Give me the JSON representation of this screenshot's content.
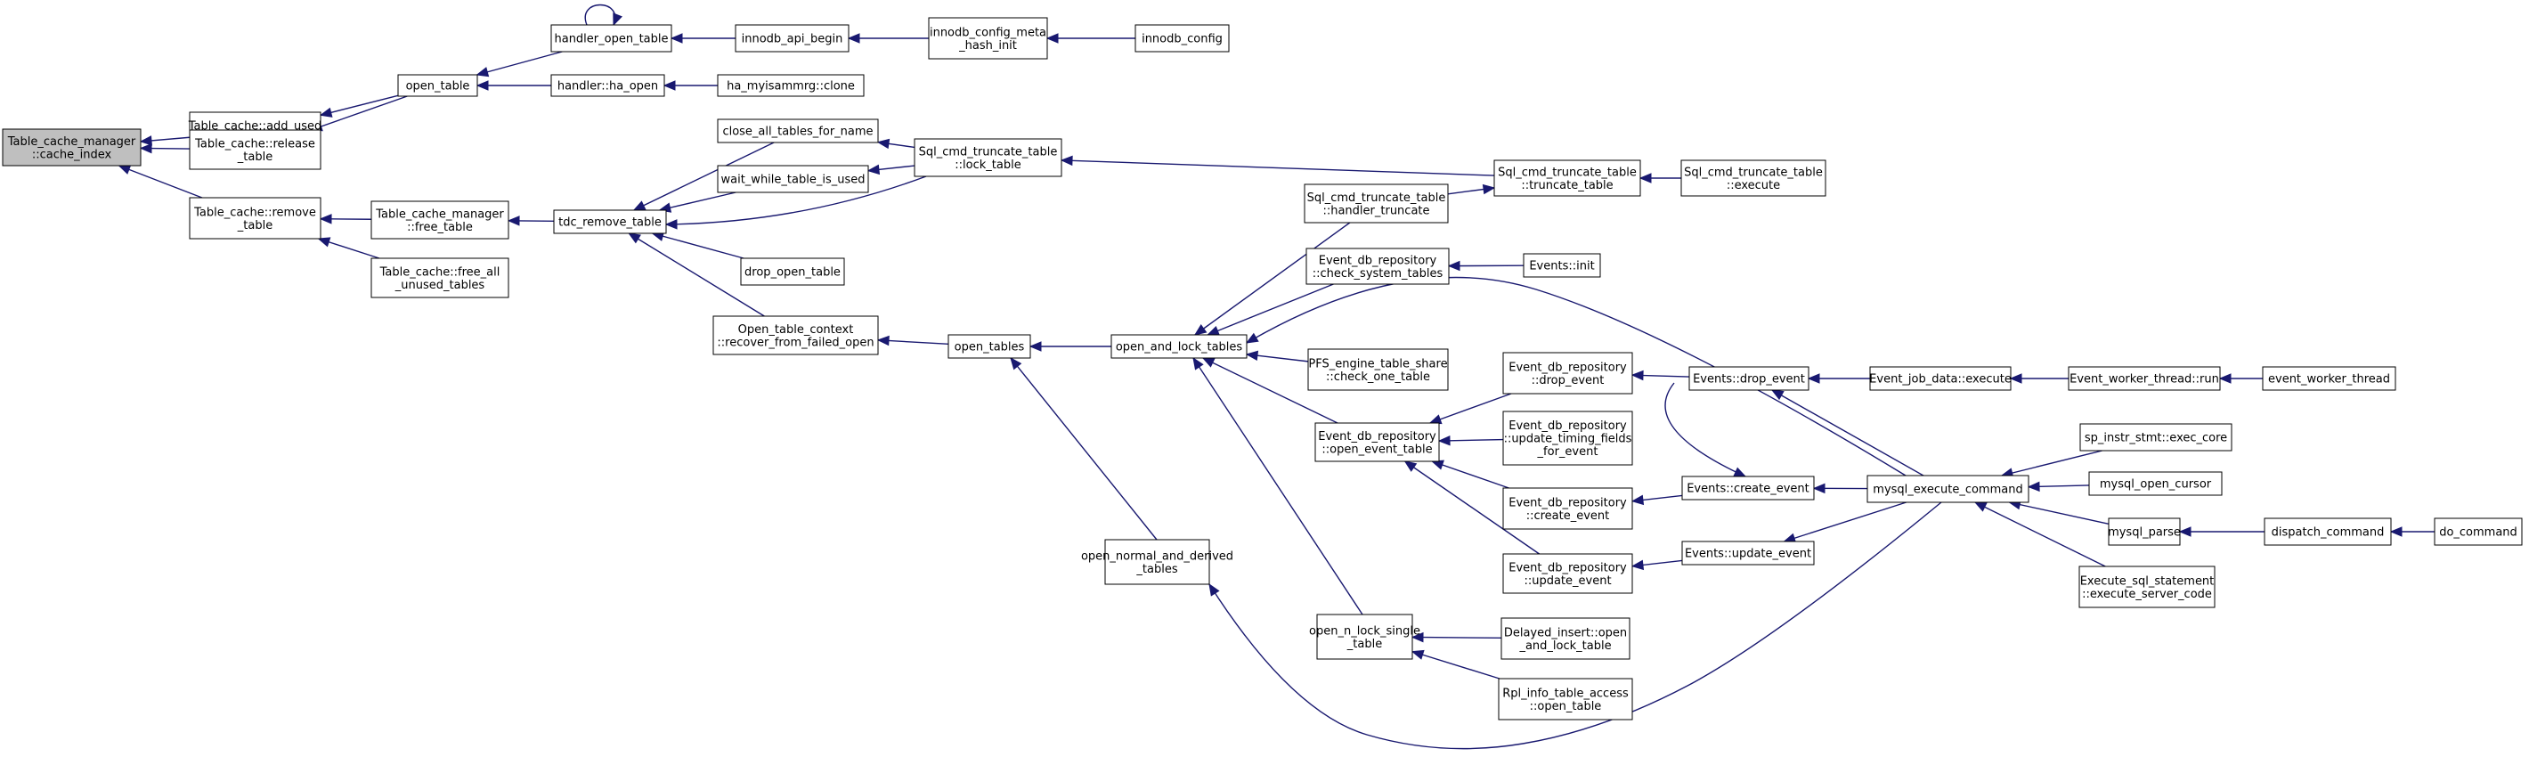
{
  "colors": {
    "edge": "#191970",
    "node_fill": "#ffffff",
    "highlight_fill": "#bfbfbf",
    "node_border": "#000000"
  },
  "nodes": [
    {
      "id": "cache_index",
      "lines": [
        "Table_cache_manager",
        "::cache_index"
      ],
      "highlight": true
    },
    {
      "id": "add_used_table",
      "lines": [
        "Table_cache::add_used",
        "_table"
      ]
    },
    {
      "id": "release_table",
      "lines": [
        "Table_cache::release",
        "_table"
      ]
    },
    {
      "id": "remove_table",
      "lines": [
        "Table_cache::remove",
        "_table"
      ]
    },
    {
      "id": "open_table",
      "lines": [
        "open_table"
      ]
    },
    {
      "id": "handler_open_table",
      "lines": [
        "handler_open_table"
      ]
    },
    {
      "id": "handler_ha_open",
      "lines": [
        "handler::ha_open"
      ]
    },
    {
      "id": "innodb_api_begin",
      "lines": [
        "innodb_api_begin"
      ]
    },
    {
      "id": "innodb_config_meta",
      "lines": [
        "innodb_config_meta",
        "_hash_init"
      ]
    },
    {
      "id": "innodb_config",
      "lines": [
        "innodb_config"
      ]
    },
    {
      "id": "ha_myisammrg_clone",
      "lines": [
        "ha_myisammrg::clone"
      ]
    },
    {
      "id": "tcm_free_table",
      "lines": [
        "Table_cache_manager",
        "::free_table"
      ]
    },
    {
      "id": "tc_free_all_unused",
      "lines": [
        "Table_cache::free_all",
        "_unused_tables"
      ]
    },
    {
      "id": "tdc_remove_table",
      "lines": [
        "tdc_remove_table"
      ]
    },
    {
      "id": "close_all_tables",
      "lines": [
        "close_all_tables_for_name"
      ]
    },
    {
      "id": "wait_while_table",
      "lines": [
        "wait_while_table_is_used"
      ]
    },
    {
      "id": "drop_open_table",
      "lines": [
        "drop_open_table"
      ]
    },
    {
      "id": "otc_recover",
      "lines": [
        "Open_table_context",
        "::recover_from_failed_open"
      ]
    },
    {
      "id": "sql_lock_table",
      "lines": [
        "Sql_cmd_truncate_table",
        "::lock_table"
      ]
    },
    {
      "id": "sql_truncate_table",
      "lines": [
        "Sql_cmd_truncate_table",
        "::truncate_table"
      ]
    },
    {
      "id": "sql_execute",
      "lines": [
        "Sql_cmd_truncate_table",
        "::execute"
      ]
    },
    {
      "id": "sql_handler_truncate",
      "lines": [
        "Sql_cmd_truncate_table",
        "::handler_truncate"
      ]
    },
    {
      "id": "open_tables",
      "lines": [
        "open_tables"
      ]
    },
    {
      "id": "open_and_lock_tables",
      "lines": [
        "open_and_lock_tables"
      ]
    },
    {
      "id": "edr_check_system",
      "lines": [
        "Event_db_repository",
        "::check_system_tables"
      ]
    },
    {
      "id": "events_init",
      "lines": [
        "Events::init"
      ]
    },
    {
      "id": "pfs_check_one",
      "lines": [
        "PFS_engine_table_share",
        "::check_one_table"
      ]
    },
    {
      "id": "edr_open_event_table",
      "lines": [
        "Event_db_repository",
        "::open_event_table"
      ]
    },
    {
      "id": "edr_drop_event",
      "lines": [
        "Event_db_repository",
        "::drop_event"
      ]
    },
    {
      "id": "edr_update_timing",
      "lines": [
        "Event_db_repository",
        "::update_timing_fields",
        "_for_event"
      ]
    },
    {
      "id": "edr_create_event",
      "lines": [
        "Event_db_repository",
        "::create_event"
      ]
    },
    {
      "id": "edr_update_event",
      "lines": [
        "Event_db_repository",
        "::update_event"
      ]
    },
    {
      "id": "events_drop_event",
      "lines": [
        "Events::drop_event"
      ]
    },
    {
      "id": "events_create_event",
      "lines": [
        "Events::create_event"
      ]
    },
    {
      "id": "events_update_event",
      "lines": [
        "Events::update_event"
      ]
    },
    {
      "id": "event_job_execute",
      "lines": [
        "Event_job_data::execute"
      ]
    },
    {
      "id": "event_worker_run",
      "lines": [
        "Event_worker_thread::run"
      ]
    },
    {
      "id": "event_worker_thread",
      "lines": [
        "event_worker_thread"
      ]
    },
    {
      "id": "mysql_execute_command",
      "lines": [
        "mysql_execute_command"
      ]
    },
    {
      "id": "sp_instr_exec_core",
      "lines": [
        "sp_instr_stmt::exec_core"
      ]
    },
    {
      "id": "mysql_open_cursor",
      "lines": [
        "mysql_open_cursor"
      ]
    },
    {
      "id": "mysql_parse",
      "lines": [
        "mysql_parse"
      ]
    },
    {
      "id": "dispatch_command",
      "lines": [
        "dispatch_command"
      ]
    },
    {
      "id": "do_command",
      "lines": [
        "do_command"
      ]
    },
    {
      "id": "exec_sql_stmt",
      "lines": [
        "Execute_sql_statement",
        "::execute_server_code"
      ]
    },
    {
      "id": "open_normal_derived",
      "lines": [
        "open_normal_and_derived",
        "_tables"
      ]
    },
    {
      "id": "open_n_lock_single",
      "lines": [
        "open_n_lock_single",
        "_table"
      ]
    },
    {
      "id": "delayed_insert",
      "lines": [
        "Delayed_insert::open",
        "_and_lock_table"
      ]
    },
    {
      "id": "rpl_info_open_table",
      "lines": [
        "Rpl_info_table_access",
        "::open_table"
      ]
    }
  ],
  "edges": [
    [
      "add_used_table",
      "cache_index"
    ],
    [
      "release_table",
      "cache_index"
    ],
    [
      "remove_table",
      "cache_index"
    ],
    [
      "open_table",
      "add_used_table"
    ],
    [
      "open_table",
      "release_table"
    ],
    [
      "handler_open_table",
      "open_table"
    ],
    [
      "handler_ha_open",
      "open_table"
    ],
    [
      "handler_open_table",
      "handler_open_table"
    ],
    [
      "innodb_api_begin",
      "handler_open_table"
    ],
    [
      "innodb_config_meta",
      "innodb_api_begin"
    ],
    [
      "innodb_config",
      "innodb_config_meta"
    ],
    [
      "ha_myisammrg_clone",
      "handler_ha_open"
    ],
    [
      "tcm_free_table",
      "remove_table"
    ],
    [
      "tc_free_all_unused",
      "remove_table"
    ],
    [
      "tdc_remove_table",
      "tcm_free_table"
    ],
    [
      "close_all_tables",
      "tdc_remove_table"
    ],
    [
      "wait_while_table",
      "tdc_remove_table"
    ],
    [
      "sql_lock_table",
      "tdc_remove_table"
    ],
    [
      "drop_open_table",
      "tdc_remove_table"
    ],
    [
      "otc_recover",
      "tdc_remove_table"
    ],
    [
      "sql_lock_table",
      "close_all_tables"
    ],
    [
      "sql_lock_table",
      "wait_while_table"
    ],
    [
      "sql_truncate_table",
      "sql_lock_table"
    ],
    [
      "sql_execute",
      "sql_truncate_table"
    ],
    [
      "sql_handler_truncate",
      "sql_truncate_table"
    ],
    [
      "open_tables",
      "otc_recover"
    ],
    [
      "open_and_lock_tables",
      "open_tables"
    ],
    [
      "open_normal_derived",
      "open_tables"
    ],
    [
      "sql_handler_truncate",
      "open_and_lock_tables"
    ],
    [
      "edr_check_system",
      "open_and_lock_tables"
    ],
    [
      "pfs_check_one",
      "open_and_lock_tables"
    ],
    [
      "edr_open_event_table",
      "open_and_lock_tables"
    ],
    [
      "open_n_lock_single",
      "open_and_lock_tables"
    ],
    [
      "mysql_execute_command",
      "open_and_lock_tables"
    ],
    [
      "events_init",
      "edr_check_system"
    ],
    [
      "edr_drop_event",
      "edr_open_event_table"
    ],
    [
      "edr_update_timing",
      "edr_open_event_table"
    ],
    [
      "edr_create_event",
      "edr_open_event_table"
    ],
    [
      "edr_update_event",
      "edr_open_event_table"
    ],
    [
      "events_drop_event",
      "edr_drop_event"
    ],
    [
      "events_create_event",
      "edr_create_event"
    ],
    [
      "events_update_event",
      "edr_update_event"
    ],
    [
      "event_job_execute",
      "events_drop_event"
    ],
    [
      "mysql_execute_command",
      "events_drop_event"
    ],
    [
      "mysql_execute_command",
      "events_create_event"
    ],
    [
      "mysql_execute_command",
      "events_update_event"
    ],
    [
      "events_drop_event",
      "events_create_event"
    ],
    [
      "event_worker_run",
      "event_job_execute"
    ],
    [
      "event_worker_thread",
      "event_worker_run"
    ],
    [
      "sp_instr_exec_core",
      "mysql_execute_command"
    ],
    [
      "mysql_open_cursor",
      "mysql_execute_command"
    ],
    [
      "mysql_parse",
      "mysql_execute_command"
    ],
    [
      "exec_sql_stmt",
      "mysql_execute_command"
    ],
    [
      "dispatch_command",
      "mysql_parse"
    ],
    [
      "do_command",
      "dispatch_command"
    ],
    [
      "mysql_execute_command",
      "open_normal_derived"
    ],
    [
      "delayed_insert",
      "open_n_lock_single"
    ],
    [
      "rpl_info_open_table",
      "open_n_lock_single"
    ]
  ]
}
